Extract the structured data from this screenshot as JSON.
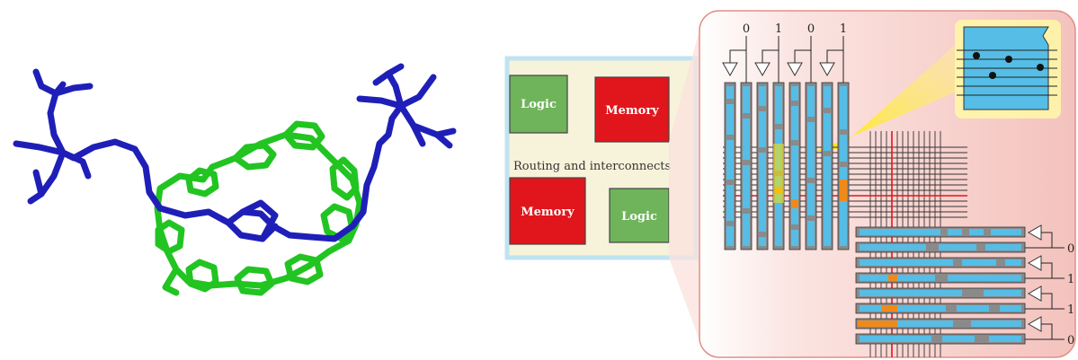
{
  "colors": {
    "molecule_blue": "#1f1fb8",
    "molecule_green": "#22c422",
    "logic_green": "#6fb35a",
    "memory_red": "#e0161c",
    "chip_bg": "#f7f2da",
    "chip_border": "#bfe3f1",
    "wire_cyan": "#56bde6",
    "wire_orange": "#ef8a1a",
    "zoom_panel": "#f6c9c5",
    "highlight_yellow": "#ffe600"
  },
  "chip": {
    "logic_top": "Logic",
    "memory_top": "Memory",
    "routing": "Routing and interconnects",
    "memory_bottom": "Memory",
    "logic_bottom": "Logic"
  },
  "bits_top": [
    "0",
    "1",
    "0",
    "1"
  ],
  "bits_right": [
    "0",
    "1",
    "1",
    "0"
  ]
}
